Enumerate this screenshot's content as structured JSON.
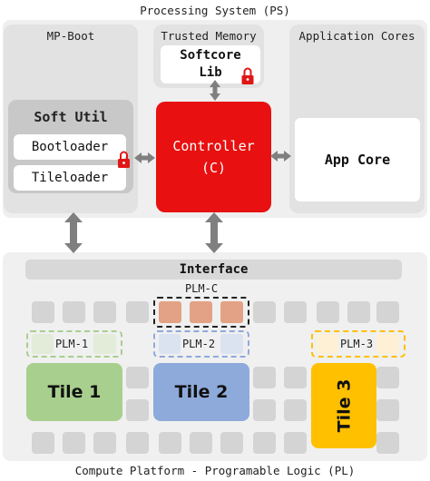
{
  "ps": {
    "title": "Processing System (PS)",
    "mpboot": {
      "title": "MP-Boot",
      "soft_util": {
        "title": "Soft Util",
        "items": [
          "Bootloader",
          "Tileloader"
        ]
      }
    },
    "trusted_memory": {
      "title": "Trusted Memory",
      "lib_line1": "Softcore",
      "lib_line2": "Lib"
    },
    "controller": {
      "line1": "Controller",
      "line2": "(C)"
    },
    "app_cores": {
      "title": "Application Cores",
      "core": "App Core"
    }
  },
  "pl": {
    "title": "Compute Platform - Programable Logic (PL)",
    "interface": "Interface",
    "plm_c": "PLM-C",
    "plm_1": "PLM-1",
    "plm_2": "PLM-2",
    "plm_3": "PLM-3",
    "tile_1": "Tile 1",
    "tile_2": "Tile 2",
    "tile_3": "Tile 3"
  },
  "colors": {
    "controller": "#e81010",
    "lock": "#e01515",
    "tile1": "#a8cf8e",
    "tile2": "#8eaadb",
    "tile3": "#ffc000",
    "plm_c_border": "#222222",
    "plm_1_border": "#a8cf8e",
    "plm_2_border": "#8eaadb",
    "plm_3_border": "#ffc000",
    "arrow": "#7f7f7f"
  },
  "icons": [
    "lock-icon",
    "double-arrow-icon"
  ]
}
